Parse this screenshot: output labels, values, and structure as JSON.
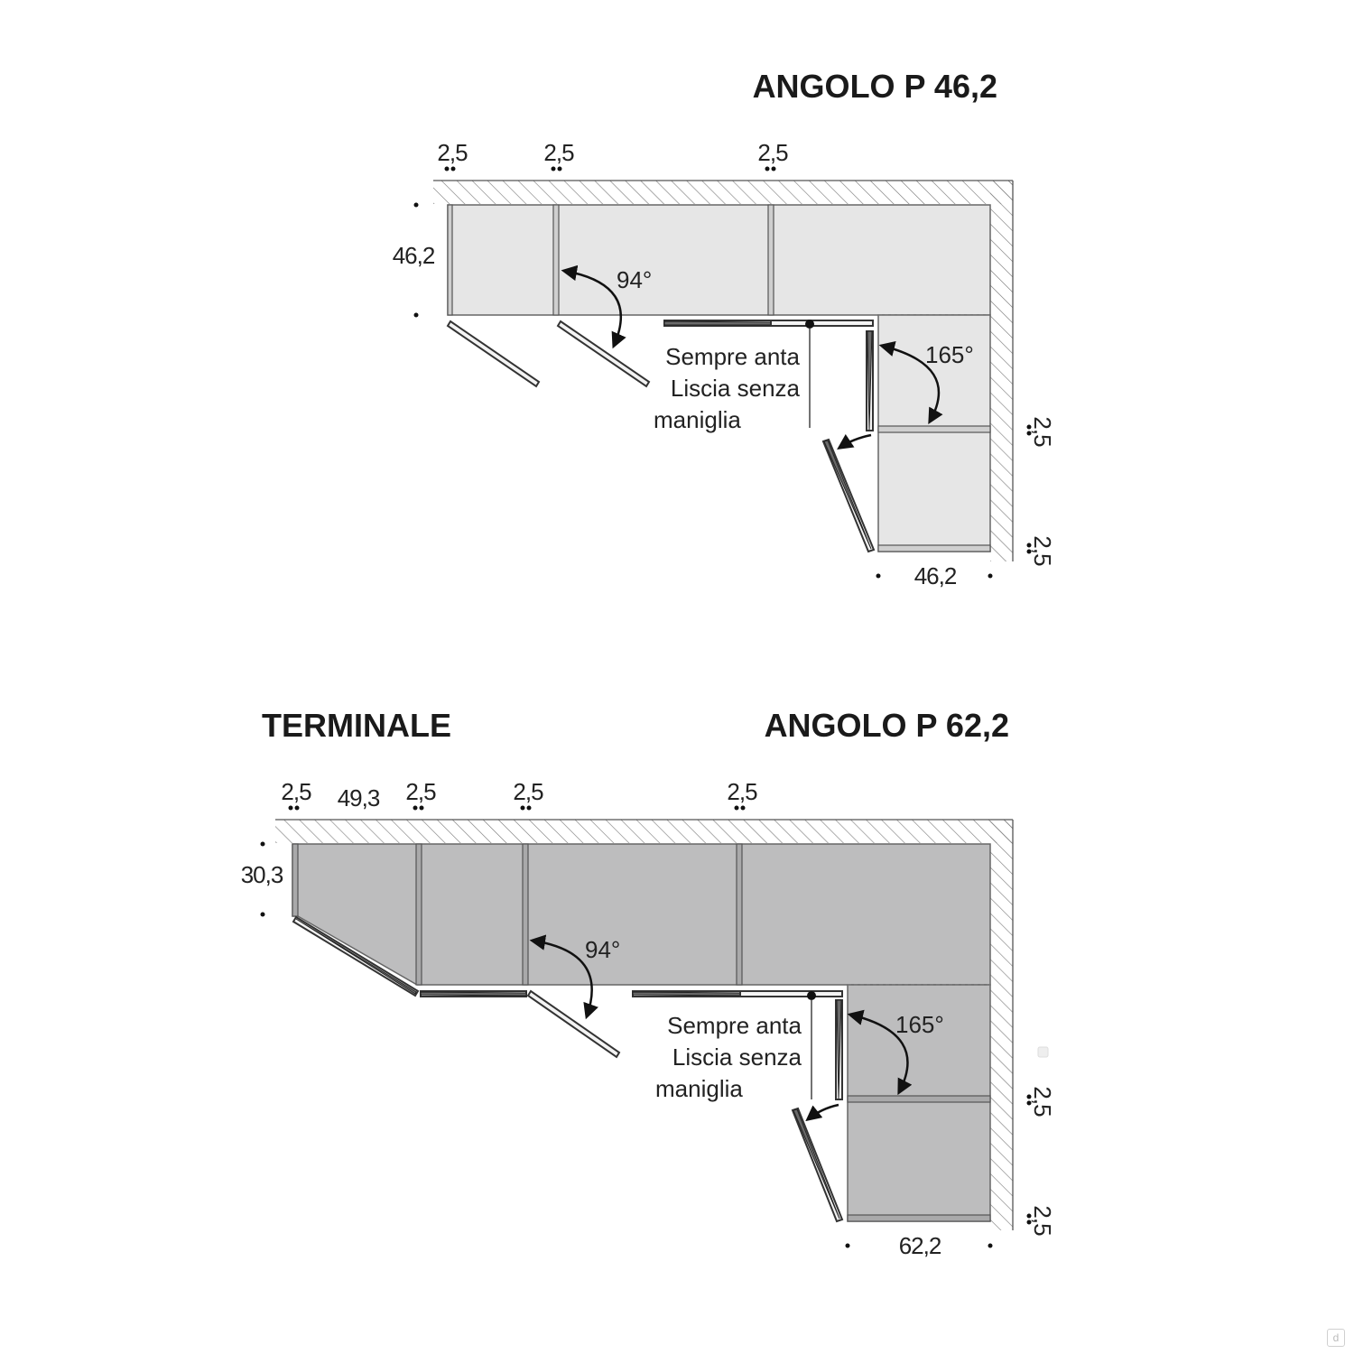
{
  "top": {
    "title": "ANGOLO P 46,2",
    "dims_top": [
      "2,5",
      "2,5",
      "2,5"
    ],
    "depth": "46,2",
    "angle_left": "94°",
    "angle_right": "165°",
    "note": [
      "Sempre anta",
      "Liscia senza",
      "maniglia"
    ],
    "right_dims": [
      "2,5",
      "2,5"
    ],
    "bottom_dim": "46,2"
  },
  "bottom": {
    "title_left": "TERMINALE",
    "title_right": "ANGOLO P 62,2",
    "dims_top": [
      "2,5",
      "49,3",
      "2,5",
      "2,5",
      "2,5"
    ],
    "depth": "30,3",
    "angle_left": "94°",
    "angle_right": "165°",
    "note": [
      "Sempre anta",
      "Liscia senza",
      "maniglia"
    ],
    "right_dims": [
      "2,5",
      "2,5"
    ],
    "bottom_dim": "62,2"
  },
  "colors": {
    "top_cabinet": "#e6e6e6",
    "bottom_cabinet": "#bdbdbe"
  },
  "logo_icon": "d-logo-icon"
}
